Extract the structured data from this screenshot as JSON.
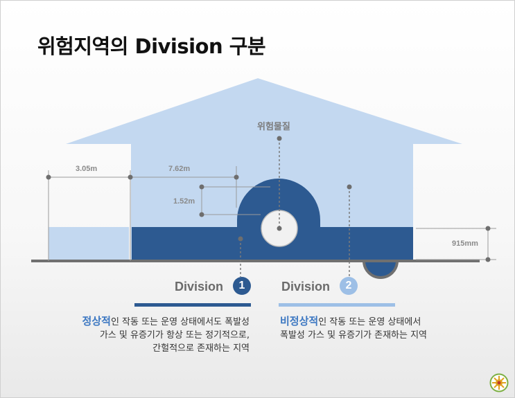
{
  "title": "위험지역의 Division 구분",
  "hazard_label": "위험물질",
  "dimensions": {
    "d1": "3.05m",
    "d2": "7.62m",
    "d3": "1.52m",
    "d4": "915mm"
  },
  "division1": {
    "label": "Division",
    "number": "1",
    "highlight": "정상적",
    "line1_rest": "인 작동 또는 운영 상태에서도 폭발성",
    "line2": "가스 및 유증기가 항상 또는 정기적으로,",
    "line3": "간헐적으로 존재하는 지역"
  },
  "division2": {
    "label": "Division",
    "number": "2",
    "highlight": "비정상적",
    "line1_rest": "인 작동 또는 운영 상태에서",
    "line2": "폭발성 가스 및 유증기가 존재하는 지역"
  },
  "colors": {
    "division1": "#2d5a91",
    "division2": "#c3d8f0",
    "division2_accent": "#9dbfe6",
    "ground": "#707070"
  },
  "icons": {
    "logo": "sun-emblem-icon"
  }
}
